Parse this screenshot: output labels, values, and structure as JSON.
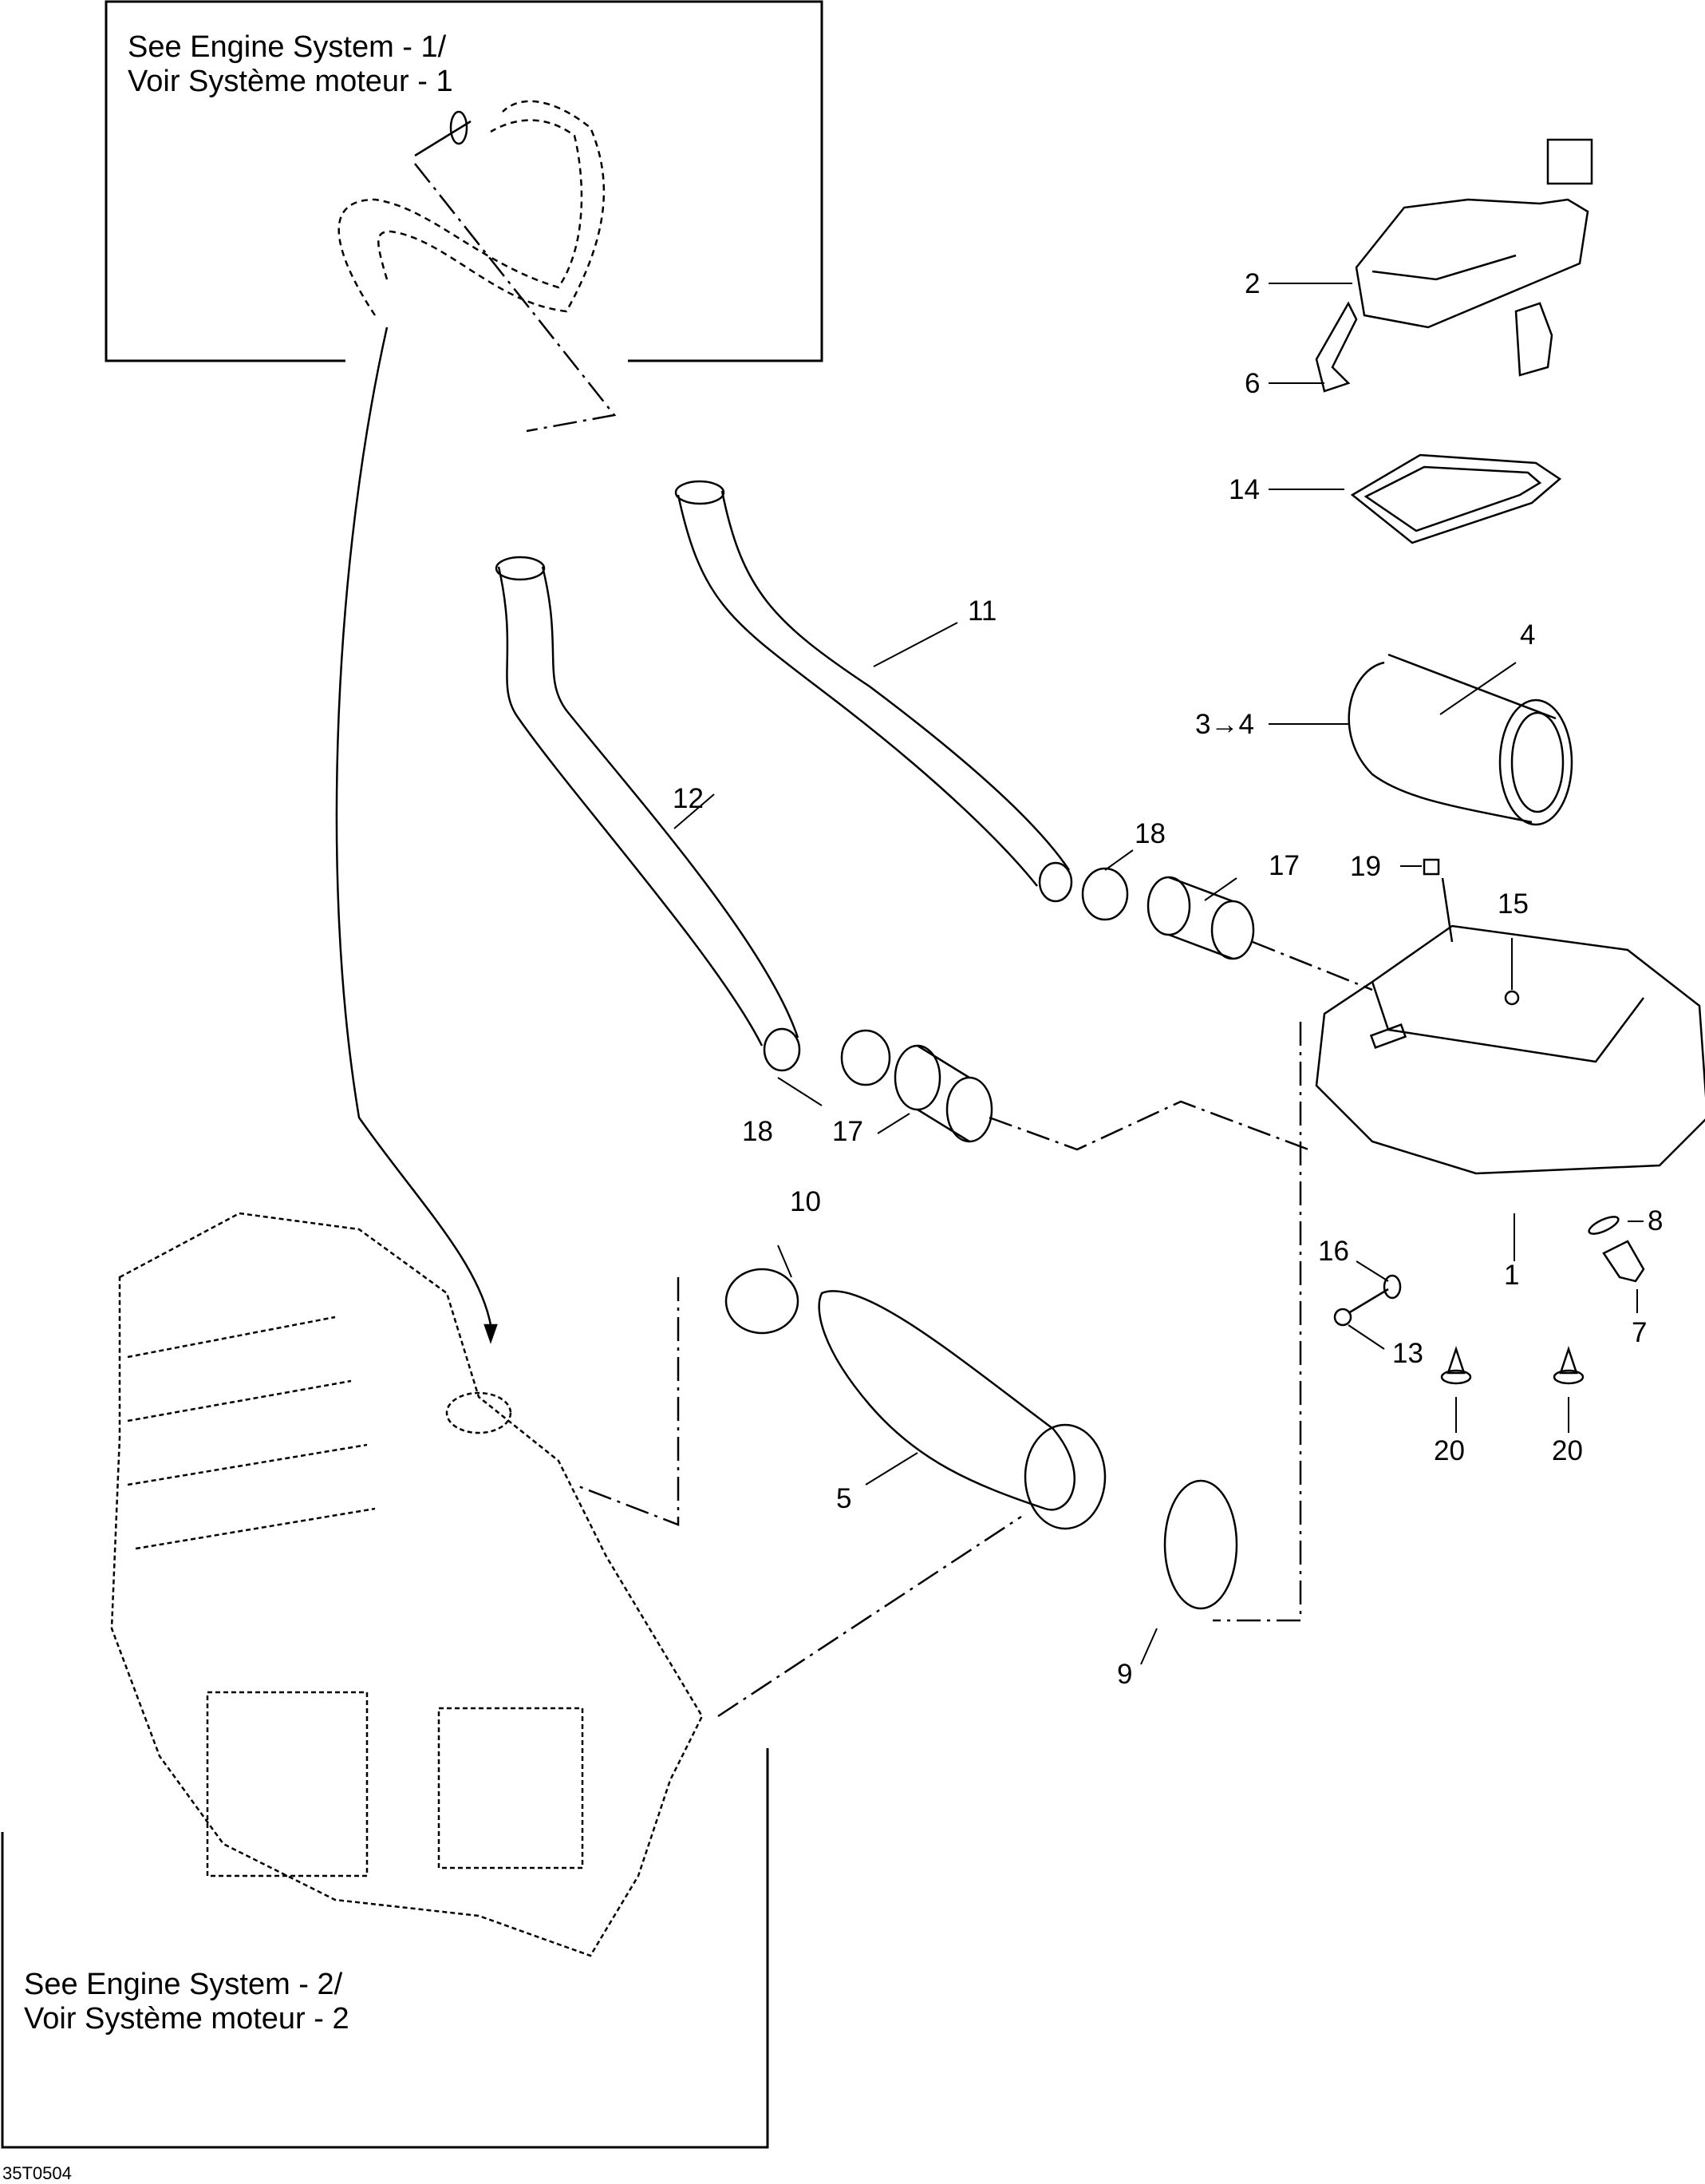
{
  "diagram": {
    "type": "exploded-parts-diagram",
    "subject": "Air intake system",
    "drawing_code": "35T0504",
    "references": [
      {
        "line1": "See Engine System - 1/",
        "line2": "Voir Système moteur - 1"
      },
      {
        "line1": "See Engine System - 2/",
        "line2": "Voir Système moteur - 2"
      }
    ],
    "callouts": [
      "2",
      "6",
      "14",
      "11",
      "4",
      "3→4",
      "12",
      "18",
      "17",
      "19",
      "15",
      "18",
      "17",
      "10",
      "16",
      "8",
      "1",
      "7",
      "13",
      "20",
      "20",
      "5",
      "9"
    ]
  }
}
